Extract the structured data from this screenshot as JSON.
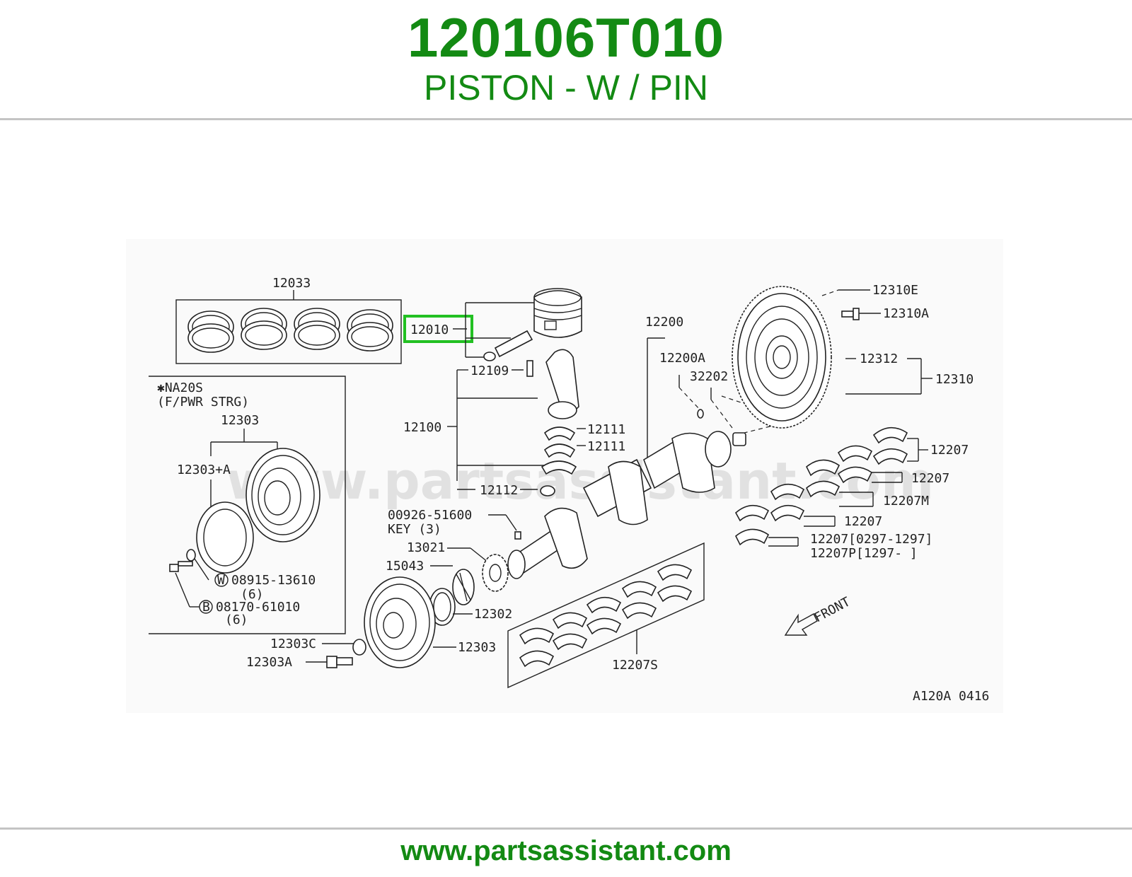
{
  "header": {
    "part_number": "120106T010",
    "description": "PISTON - W / PIN"
  },
  "footer": {
    "url": "www.partsassistant.com"
  },
  "watermark": "www.partsassistant.com",
  "colors": {
    "brand_green": "#138a13",
    "highlight_green": "#22c022",
    "rule_gray": "#c4c4c4"
  },
  "diagram": {
    "labels": {
      "l12033": "12033",
      "l12010": "12010",
      "l12109": "12109",
      "l12100": "12100",
      "l12111a": "12111",
      "l12111b": "12111",
      "l12112": "12112",
      "l12200": "12200",
      "l12200a": "12200A",
      "l32202": "32202",
      "l12310e": "12310E",
      "l12310a": "12310A",
      "l12312": "12312",
      "l12310": "12310",
      "l12207a": "12207",
      "l12207b": "12207",
      "l12207m": "12207M",
      "l12207c": "12207",
      "l12207d": "12207[0297-1297]",
      "l12207p": "12207P[1297-     ]",
      "na20s": "✱NA20S",
      "fpwr": "(F/PWR STRG)",
      "l12303top": "12303",
      "l12303a_plus": "12303+A",
      "l08915": "08915-13610",
      "qty6a": "(6)",
      "l08170": "08170-61010",
      "qty6b": "(6)",
      "circle_w": "W",
      "circle_b": "B",
      "l00926": "00926-51600",
      "key3": "KEY (3)",
      "l13021": "13021",
      "l15043": "15043",
      "l12302": "12302",
      "l12303c": "12303C",
      "l12303": "12303",
      "l12303aa": "12303A",
      "l12207s": "12207S",
      "front": "FRONT",
      "code": "A120A 0416"
    }
  }
}
